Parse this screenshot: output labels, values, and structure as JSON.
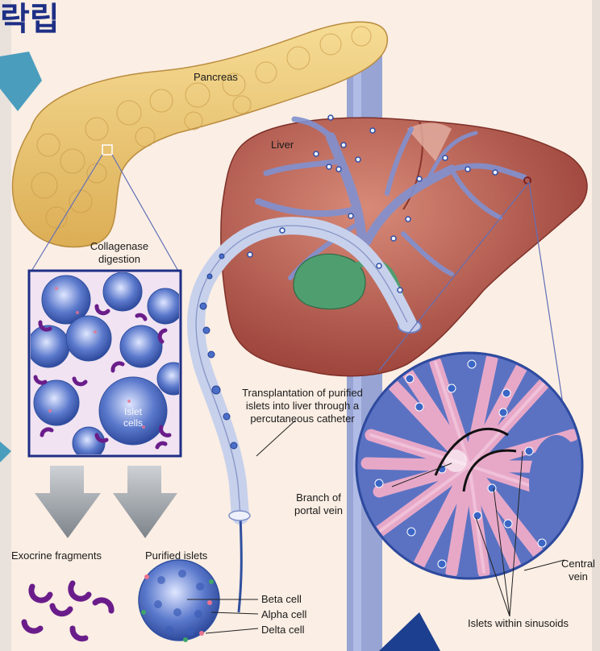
{
  "heading_fragment": "락립",
  "labels": {
    "pancreas": "Pancreas",
    "liver": "Liver",
    "collagenase_line1": "Collagenase",
    "collagenase_line2": "digestion",
    "islet_line1": "Islet",
    "islet_line2": "cells",
    "transplant_line1": "Transplantation of purified",
    "transplant_line2": "islets into liver through a",
    "transplant_line3": "percutaneous catheter",
    "branch_line1": "Branch of",
    "branch_line2": "portal vein",
    "central_line1": "Central",
    "central_line2": "vein",
    "exocrine": "Exocrine fragments",
    "purified": "Purified islets",
    "beta": "Beta cell",
    "alpha": "Alpha cell",
    "delta": "Delta cell",
    "sinusoids": "Islets within sinusoids"
  },
  "colors": {
    "background": "#fbeee4",
    "pancreas": "#efcf7d",
    "liver": "#b8584c",
    "portal_vein": "#7f8fc8",
    "gallbladder": "#4f9e6f",
    "islet_blue": "#4f6fc4",
    "accent_arrow": "#1c3f8f",
    "cyan_arrow": "#4a9dbd"
  }
}
